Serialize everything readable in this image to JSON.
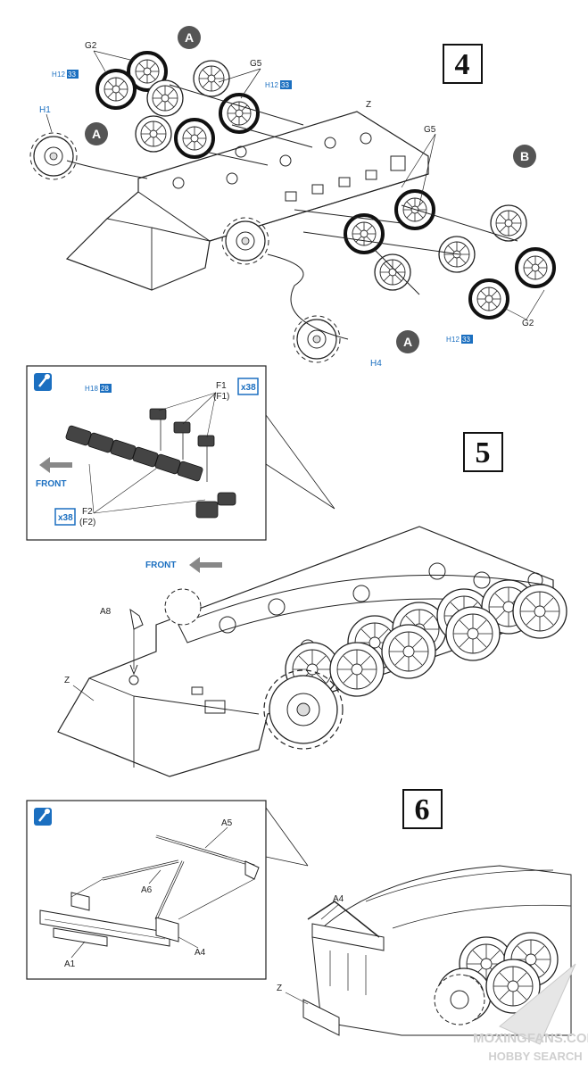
{
  "steps": [
    {
      "number": "4"
    },
    {
      "number": "5"
    },
    {
      "number": "6"
    }
  ],
  "step4": {
    "labels": {
      "g2_top": "G2",
      "g5_top": "G5",
      "h1": "H1",
      "z": "Z",
      "g5_right": "G5",
      "h4": "H4",
      "g2_right": "G2"
    },
    "callouts": {
      "a1": "A",
      "a2": "A",
      "a3": "A",
      "b": "B"
    },
    "refs": [
      {
        "prefix": "H",
        "num": "12",
        "qty": "33"
      },
      {
        "prefix": "H",
        "num": "12",
        "qty": "33"
      },
      {
        "prefix": "H",
        "num": "12",
        "qty": "33"
      }
    ]
  },
  "step5": {
    "inset": {
      "ref": {
        "prefix": "H",
        "num": "18",
        "qty": "28"
      },
      "f1": "F1",
      "f1_paren": "(F1)",
      "f2": "F2",
      "f2_paren": "(F2)",
      "mult_top": "x38",
      "mult_bottom": "x38",
      "front": "FRONT"
    },
    "front": "FRONT",
    "a8": "A8",
    "z": "Z"
  },
  "step6": {
    "inset": {
      "a5": "A5",
      "a6": "A6",
      "a1": "A1",
      "a4": "A4"
    },
    "a4": "A4",
    "z": "Z"
  },
  "watermark": {
    "line1": "MOXINGFANS.COM",
    "line2": "HOBBY SEARCH"
  },
  "colors": {
    "blue": "#1b6fc0",
    "callout": "#555555",
    "line": "#222222"
  }
}
